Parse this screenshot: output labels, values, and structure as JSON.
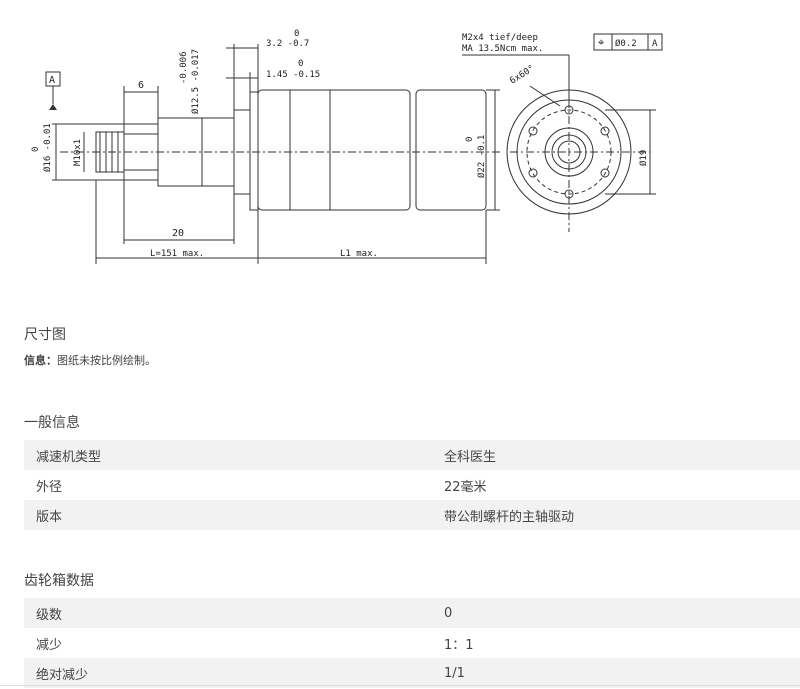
{
  "drawing": {
    "datum": "A",
    "dim_6": "6",
    "dim_20": "20",
    "dim_l_left": "L=151 max.",
    "dim_l1": "L1 max.",
    "dim_32_upper": "0",
    "dim_32": "3.2 -0.7",
    "dim_145_upper": "0",
    "dim_145": "1.45 -0.15",
    "dia_125": "Ø12.5 -0.017",
    "dia_125_upper": "-0.006",
    "dia_16_upper": "0",
    "dia_16": "Ø16 -0.01",
    "thread": "M10x1",
    "dia_22_upper": "0",
    "dia_22": "Ø22 -0.1",
    "hole_note_1": "M2x4 tief/deep",
    "hole_note_2": "MA 13.5Ncm max.",
    "hole_count": "6x60°",
    "tol_symbol": "⌖",
    "tol_value": "Ø0.2",
    "tol_datum": "A",
    "dia_19": "Ø19"
  },
  "dimension_section": {
    "title": "尺寸图",
    "info_label": "信息：",
    "info_text": "图纸未按比例绘制。"
  },
  "general": {
    "title": "一般信息",
    "rows": [
      {
        "key": "减速机类型",
        "value": "全科医生"
      },
      {
        "key": "外径",
        "value": "22毫米"
      },
      {
        "key": "版本",
        "value": "带公制螺杆的主轴驱动"
      }
    ]
  },
  "gearbox": {
    "title": "齿轮箱数据",
    "rows": [
      {
        "key": "级数",
        "value": "0"
      },
      {
        "key": "减少",
        "value": "1：1"
      },
      {
        "key": "绝对减少",
        "value": "1/1"
      }
    ]
  }
}
